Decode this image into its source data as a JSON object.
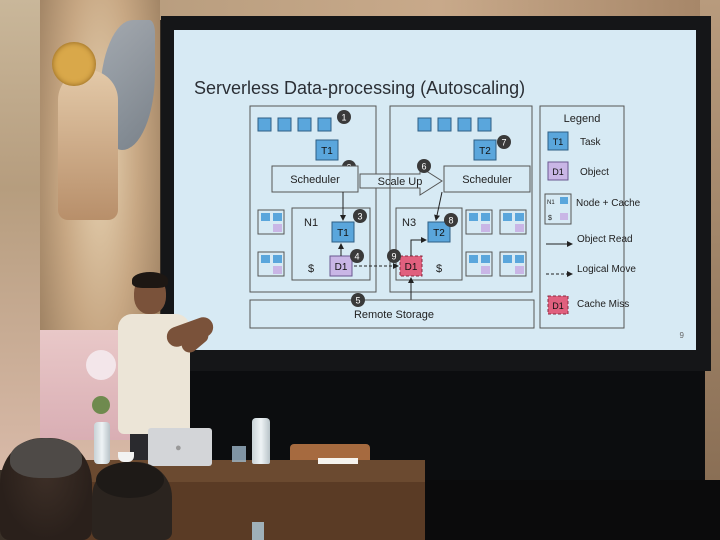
{
  "slide": {
    "title": "Serverless Data-processing (Autoscaling)",
    "page_number": "9",
    "diagram": {
      "left_node": {
        "task": "T1",
        "scheduler": "Scheduler",
        "node_label": "N1",
        "task_in_node": "T1",
        "object": "D1",
        "cache_symbol": "$",
        "markers": [
          "1",
          "2",
          "3",
          "4"
        ]
      },
      "scale_up": {
        "label": "Scale Up",
        "marker": "6"
      },
      "right_node": {
        "task": "T2",
        "scheduler": "Scheduler",
        "node_label": "N3",
        "task_in_node": "T2",
        "object": "D1",
        "cache_symbol": "$",
        "markers": [
          "7",
          "8",
          "9"
        ]
      },
      "remote_storage": {
        "label": "Remote Storage",
        "marker": "5"
      },
      "legend": {
        "title": "Legend",
        "items": [
          {
            "key": "T1",
            "label": "Task"
          },
          {
            "key": "D1",
            "label": "Object"
          },
          {
            "key": "N1",
            "key2": "$",
            "label": "Node + Cache"
          },
          {
            "label": "Object Read"
          },
          {
            "label": "Logical Move"
          },
          {
            "key": "D1",
            "label": "Cache Miss"
          }
        ]
      }
    },
    "colors": {
      "slide_bg": "#d7eaf4",
      "task_blue": "#5aa6dc",
      "object_purple": "#c9b6e6",
      "cache_miss_red": "#e0607e"
    }
  }
}
